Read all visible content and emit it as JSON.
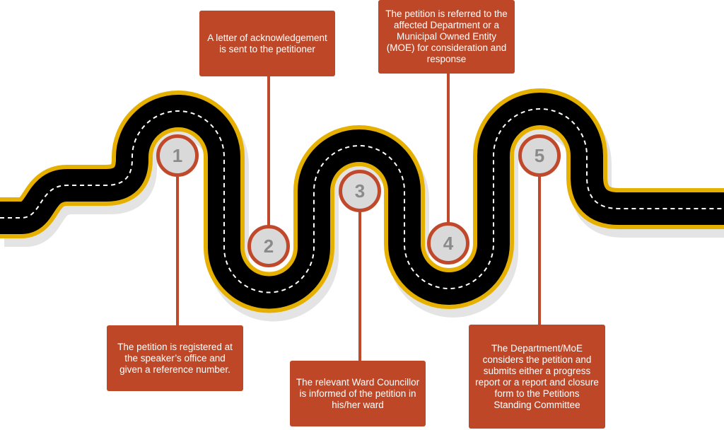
{
  "steps": [
    {
      "number": "1",
      "text": "The petition is registered at the speaker’s office and given a reference number."
    },
    {
      "number": "2",
      "text": "A letter of acknowledgement is sent to the petitioner"
    },
    {
      "number": "3",
      "text": "The relevant Ward Councillor is informed of the petition in his/her ward"
    },
    {
      "number": "4",
      "text": "The petition is referred to the affected Department or a Municipal Owned Entity (MOE) for consideration and response"
    },
    {
      "number": "5",
      "text": "The Department/MoE considers the petition and submits either a progress report or a report and closure form to the Petitions Standing Committee"
    }
  ],
  "colors": {
    "accent": "#bd4727",
    "road": "#000000",
    "road_edge": "#e5b000",
    "marker_fill": "#d9d9d9"
  }
}
